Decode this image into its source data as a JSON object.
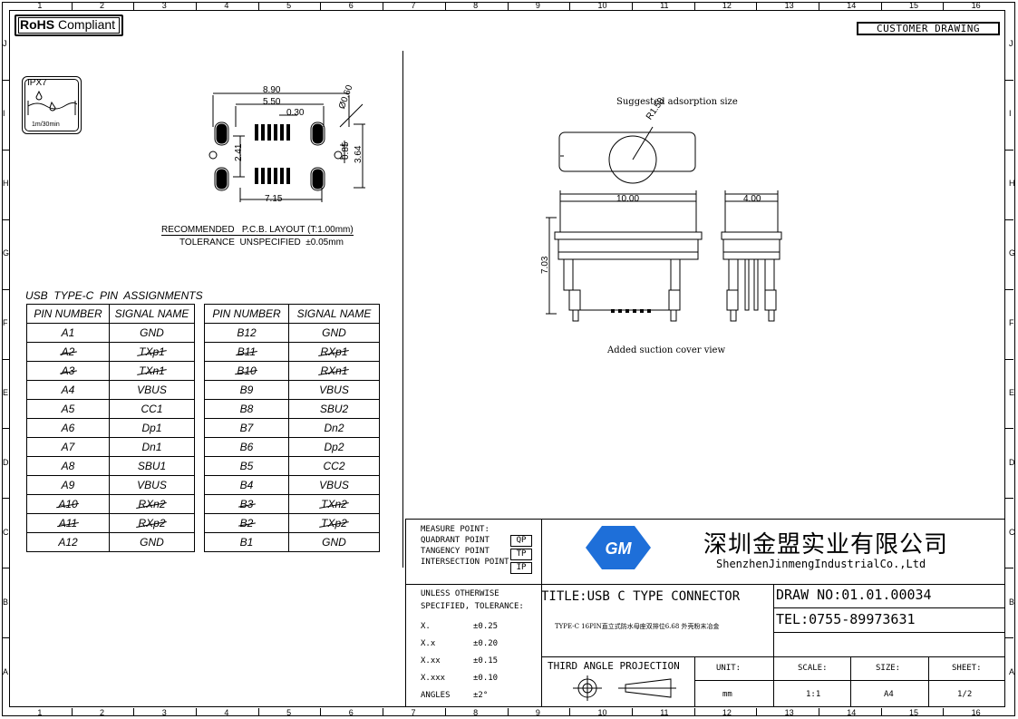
{
  "header": {
    "rohs_bold": "RoHS",
    "rohs_rest": "Compliant",
    "customer_drawing": "CUSTOMER DRAWING"
  },
  "zones": {
    "columns": [
      "1",
      "2",
      "3",
      "4",
      "5",
      "6",
      "7",
      "8",
      "9",
      "10",
      "11",
      "12",
      "13",
      "14",
      "15",
      "16"
    ],
    "rows": [
      "J",
      "I",
      "H",
      "G",
      "F",
      "E",
      "D",
      "C",
      "B",
      "A"
    ]
  },
  "ipx": {
    "label": "IPX7",
    "caption": "1m/30min"
  },
  "pcb_layout": {
    "dims": {
      "w890": "8.90",
      "w550": "5.50",
      "w030": "0.30",
      "phi060": "Ø0.60",
      "h241": "2.41",
      "h085": "0.85",
      "h364": "3.64",
      "w715": "7.15"
    },
    "title": "RECOMMENDED   P.C.B. LAYOUT (T:1.00mm)",
    "tolerance": "TOLERANCE  UNSPECIFIED  ±0.05mm"
  },
  "pin_table": {
    "title": "USB  TYPE-C  PIN  ASSIGNMENTS",
    "headers": [
      "PIN  NUMBER",
      "SIGNAL  NAME"
    ],
    "left": [
      {
        "pin": "A1",
        "sig": "GND",
        "x": false
      },
      {
        "pin": "A2",
        "sig": "TXp1",
        "x": true
      },
      {
        "pin": "A3",
        "sig": "TXn1",
        "x": true
      },
      {
        "pin": "A4",
        "sig": "VBUS",
        "x": false
      },
      {
        "pin": "A5",
        "sig": "CC1",
        "x": false
      },
      {
        "pin": "A6",
        "sig": "Dp1",
        "x": false
      },
      {
        "pin": "A7",
        "sig": "Dn1",
        "x": false
      },
      {
        "pin": "A8",
        "sig": "SBU1",
        "x": false
      },
      {
        "pin": "A9",
        "sig": "VBUS",
        "x": false
      },
      {
        "pin": "A10",
        "sig": "RXn2",
        "x": true
      },
      {
        "pin": "A11",
        "sig": "RXp2",
        "x": true
      },
      {
        "pin": "A12",
        "sig": "GND",
        "x": false
      }
    ],
    "right": [
      {
        "pin": "B12",
        "sig": "GND",
        "x": false
      },
      {
        "pin": "B11",
        "sig": "RXp1",
        "x": true
      },
      {
        "pin": "B10",
        "sig": "RXn1",
        "x": true
      },
      {
        "pin": "B9",
        "sig": "VBUS",
        "x": false
      },
      {
        "pin": "B8",
        "sig": "SBU2",
        "x": false
      },
      {
        "pin": "B7",
        "sig": "Dn2",
        "x": false
      },
      {
        "pin": "B6",
        "sig": "Dp2",
        "x": false
      },
      {
        "pin": "B5",
        "sig": "CC2",
        "x": false
      },
      {
        "pin": "B4",
        "sig": "VBUS",
        "x": false
      },
      {
        "pin": "B3",
        "sig": "TXn2",
        "x": true
      },
      {
        "pin": "B2",
        "sig": "TXp2",
        "x": true
      },
      {
        "pin": "B1",
        "sig": "GND",
        "x": false
      }
    ]
  },
  "views": {
    "adsorption_title": "Suggested adsorption size",
    "r150": "R1.50",
    "w1000": "10.00",
    "w400": "4.00",
    "h703": "7.03",
    "cover_caption": "Added suction cover view"
  },
  "title_block": {
    "measure": [
      "MEASURE POINT:",
      "QUADRANT POINT",
      "TANGENCY POINT",
      "INTERSECTION POINT"
    ],
    "measure_codes": [
      "QP",
      "TP",
      "IP"
    ],
    "company_cn": "深圳金盟实业有限公司",
    "company_en": "ShenzhenJinmengIndustrialCo.,Ltd",
    "tolerance_title1": "UNLESS OTHERWISE",
    "tolerance_title2": "SPECIFIED,  TOLERANCE:",
    "tolerances": [
      {
        "k": "X.",
        "v": "±0.25"
      },
      {
        "k": "X.x",
        "v": "±0.20"
      },
      {
        "k": "X.xx",
        "v": "±0.15"
      },
      {
        "k": "X.xxx",
        "v": "±0.10"
      },
      {
        "k": "ANGLES",
        "v": "±2°"
      }
    ],
    "title": "TITLE:USB C TYPE CONNECTOR",
    "subtitle": "TYPE-C 16PIN直立式防水母座双排位6.68 外壳粉末冶金",
    "draw_no": "DRAW NO:01.01.00034",
    "tel": "TEL:0755-89973631",
    "projection": "THIRD ANGLE PROJECTION",
    "unit_label": "UNIT:",
    "unit_value": "mm",
    "scale_label": "SCALE:",
    "scale_value": "1:1",
    "size_label": "SIZE:",
    "size_value": "A4",
    "sheet_label": "SHEET:",
    "sheet_value": "1/2"
  }
}
